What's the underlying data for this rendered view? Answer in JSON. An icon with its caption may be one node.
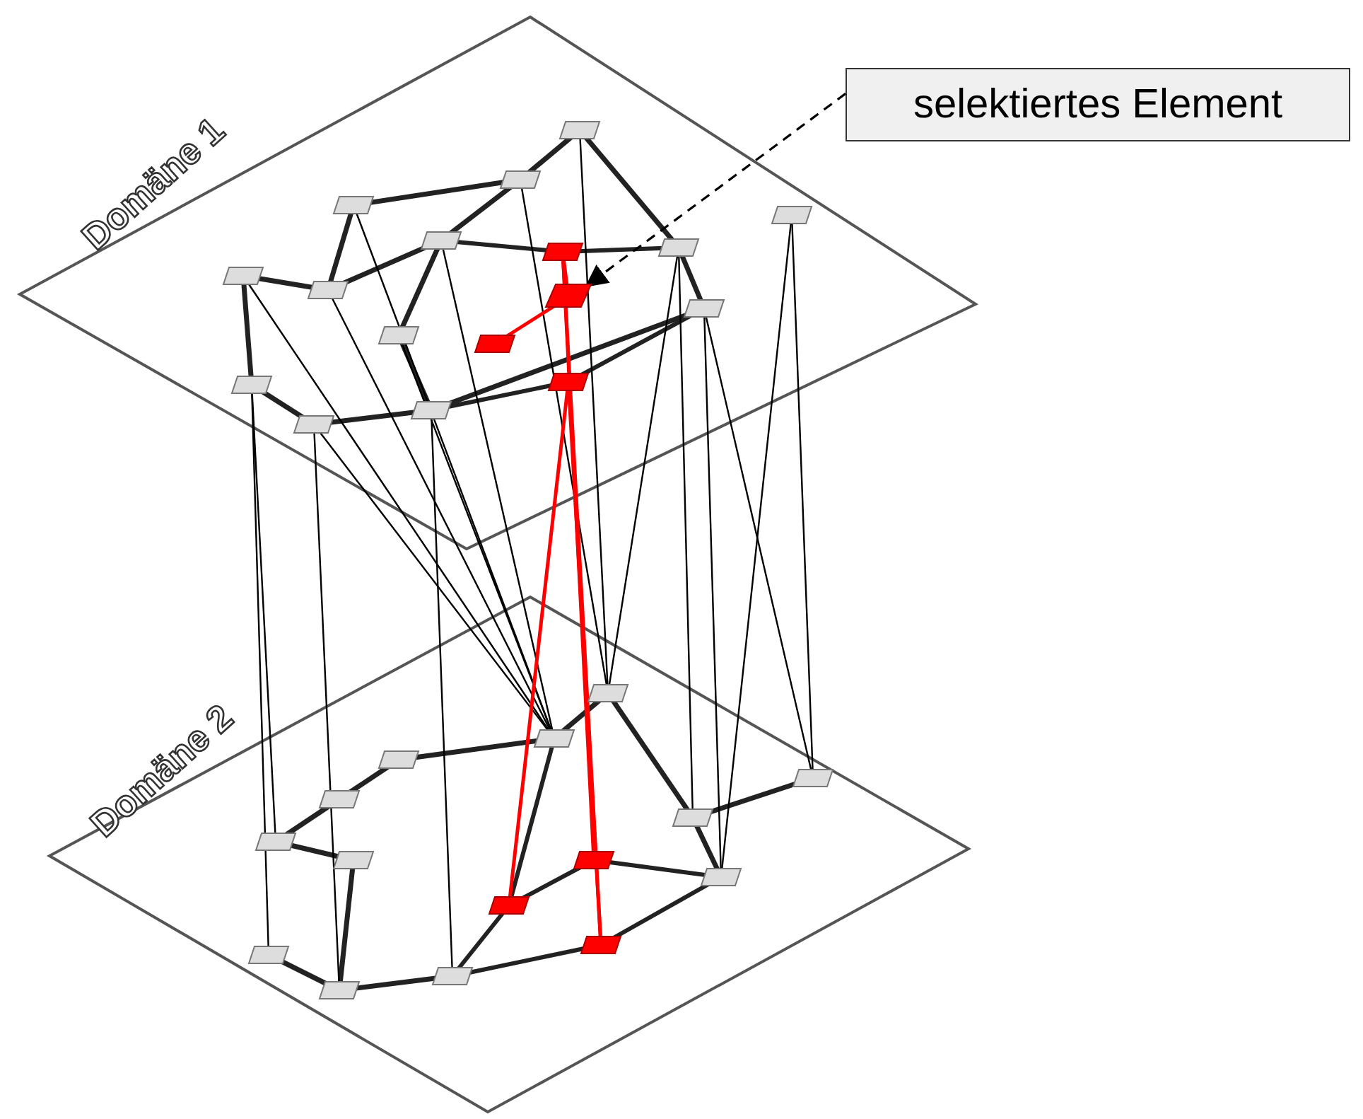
{
  "diagram": {
    "nodes": [
      {
        "text": [
          "Domäne 1"
        ]
      },
      {
        "text": [
          "Domäne 2"
        ]
      },
      {
        "text": [
          "selektiertes Element"
        ]
      },
      {
        "text": [],
        "shape": "box",
        "in": 0
      }
    ],
    "edges": [
      {
        "from": 2,
        "to": 3,
        "arrow": "to",
        "style": "dashed"
      }
    ]
  }
}
